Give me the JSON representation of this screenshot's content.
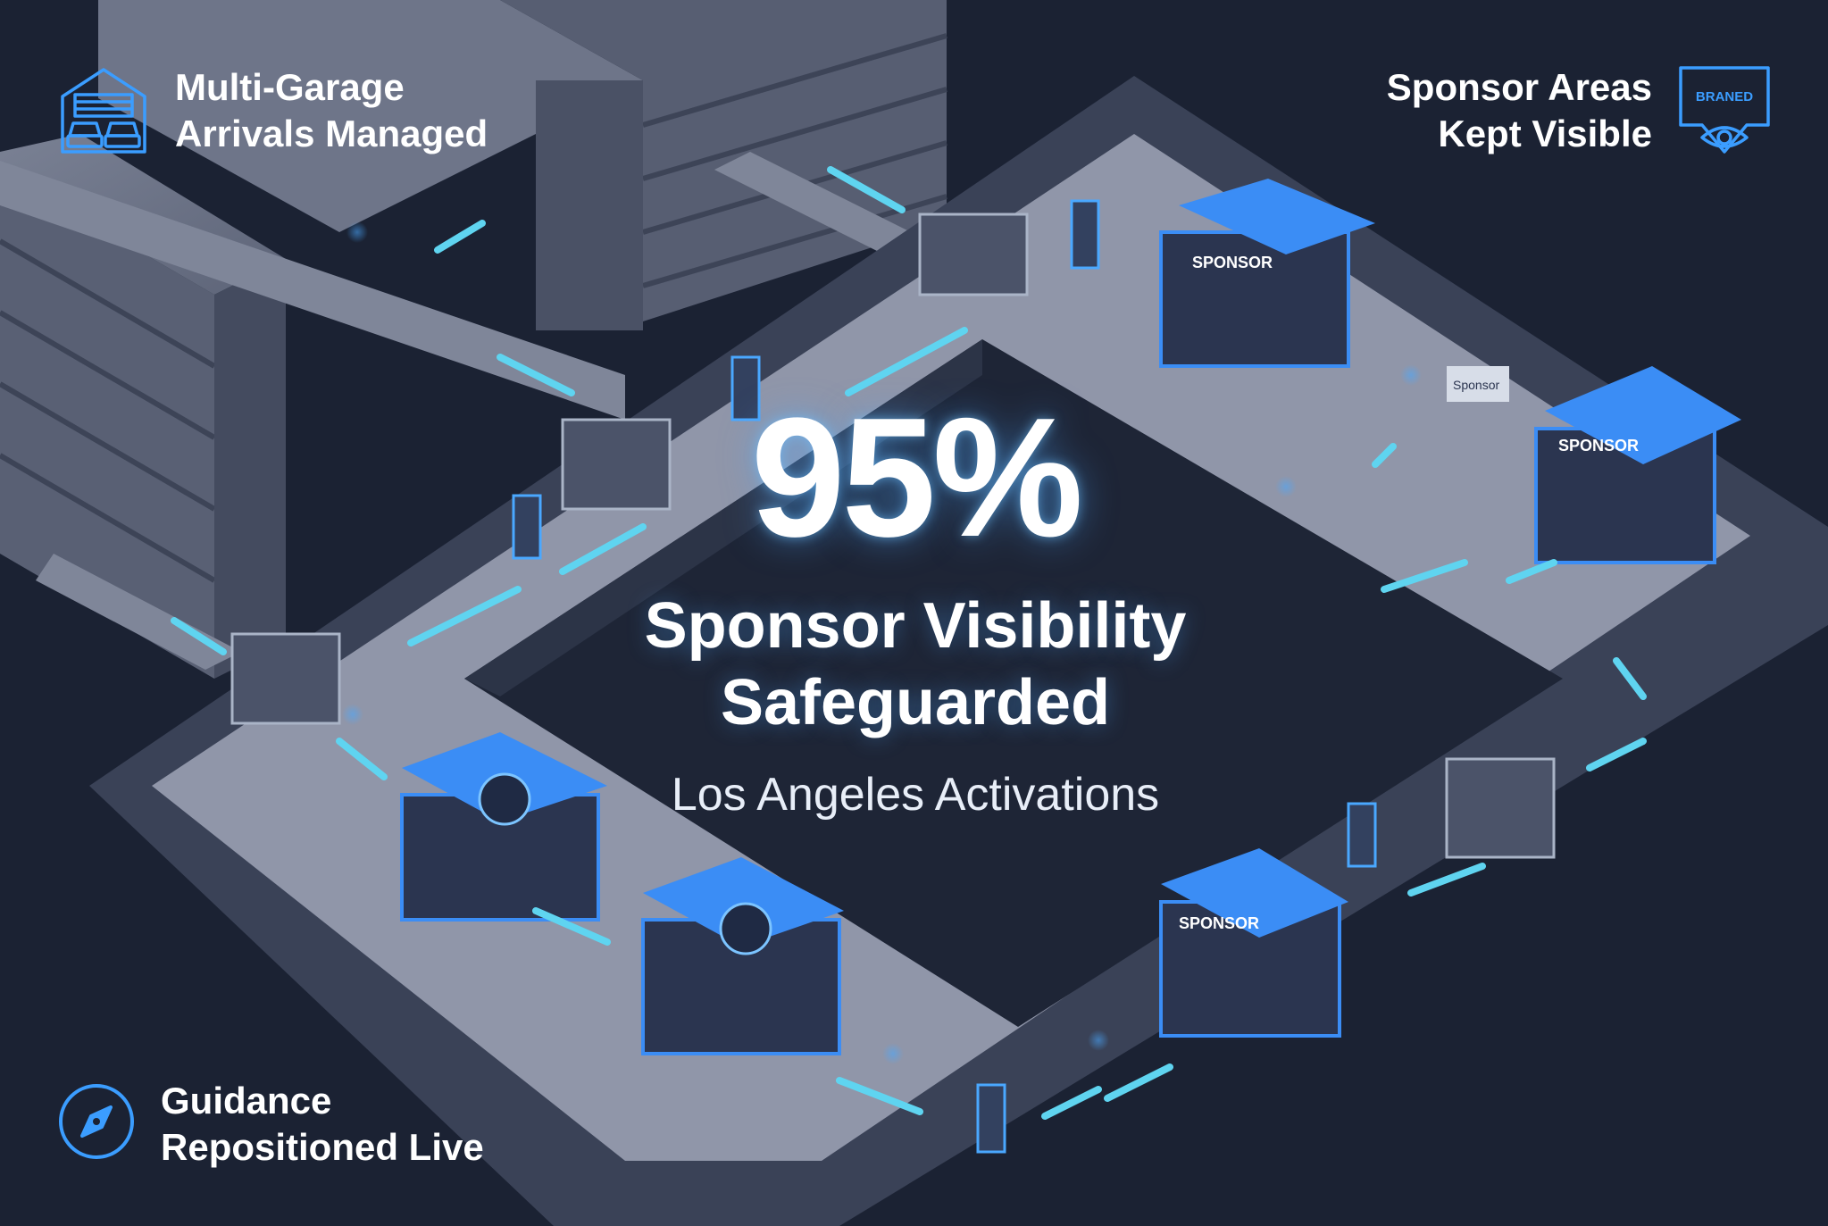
{
  "hero": {
    "stat": "95%",
    "title_lines": [
      "Sponsor Visibility",
      "Safeguarded"
    ],
    "subtitle": "Los Angeles Activations"
  },
  "callouts": {
    "top_left": {
      "lines": [
        "Multi-Garage",
        "Arrivals Managed"
      ],
      "icon": "garage-cars-icon"
    },
    "top_right": {
      "lines": [
        "Sponsor Areas",
        "Kept Visible"
      ],
      "icon": "branded-banner-eye-icon",
      "icon_text": "BRANED"
    },
    "bottom_left": {
      "lines": [
        "Guidance",
        "Repositioned Live"
      ],
      "icon": "compass-icon"
    }
  },
  "booths": {
    "sponsor_label": "SPONSOR",
    "desk_label": "Sponsor"
  },
  "colors": {
    "background": "#1b2233",
    "floor": "#8e95a8",
    "wall": "#3a4257",
    "accent_blue": "#3b8df5",
    "arrow_cyan": "#5fd4f0"
  }
}
